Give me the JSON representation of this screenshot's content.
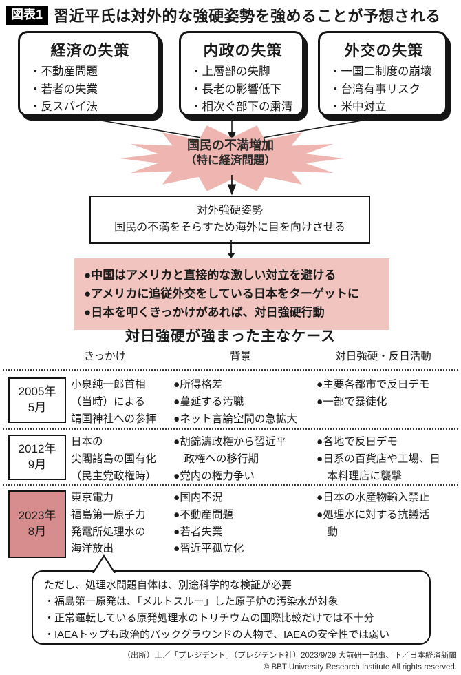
{
  "title": {
    "badge": "図表1",
    "text": "習近平氏は対外的な強硬姿勢を強めることが予想される"
  },
  "colors": {
    "starburst_pink": "#efb5b0",
    "strategy_pink": "#f2c4bf",
    "date_cell_pink": "#d78d8e",
    "ink": "#1a1a1a"
  },
  "cause_boxes": [
    {
      "title": "経済の失策",
      "items": "・不動産問題\n・若者の失業\n・反スパイ法"
    },
    {
      "title": "内政の失策",
      "items": "・上層部の失脚\n・長老の影響低下\n・相次ぐ部下の粛清"
    },
    {
      "title": "外交の失策",
      "items": "・一国二制度の崩壊\n・台湾有事リスク\n・米中対立"
    }
  ],
  "starburst": {
    "line1": "国民の不満増加",
    "line2": "（特に経済問題）"
  },
  "stance_box": {
    "line1": "対外強硬姿勢",
    "line2": "国民の不満をそらすため海外に目を向けさせる"
  },
  "strategy_box": {
    "items": [
      "●中国はアメリカと直接的な激しい対立を避ける",
      "●アメリカに追従外交をしている日本をターゲットに",
      "●日本を叩くきっかけがあれば、対日強硬行動"
    ]
  },
  "cases_table": {
    "title": "対日強硬が強まった主なケース",
    "headers": {
      "trigger": "きっかけ",
      "background": "背景",
      "activity": "対日強硬・反日活動"
    },
    "rows": [
      {
        "date": "2005年\n5月",
        "trigger": "小泉純一郎首相\n（当時）による\n靖国神社への参拝",
        "background": [
          "●所得格差",
          "●蔓延する汚職",
          "●ネット言論空間の急拡大"
        ],
        "activity": [
          "●主要各都市で反日デモ",
          "●一部で暴徒化"
        ]
      },
      {
        "date": "2012年\n9月",
        "trigger": "日本の\n尖閣諸島の国有化\n（民主党政権時）",
        "background": [
          "●胡錦濤政権から習近平\n政権への移行期",
          "●党内の権力争い"
        ],
        "activity": [
          "●各地で反日デモ",
          "●日系の百貨店や工場、日\n本料理店に襲撃"
        ]
      },
      {
        "date": "2023年\n8月",
        "trigger": "東京電力\n福島第一原子力\n発電所処理水の\n海洋放出",
        "background": [
          "●国内不況",
          "●不動産問題",
          "●若者失業",
          "●習近平孤立化"
        ],
        "activity": [
          "●日本の水産物輸入禁止",
          "●処理水に対する抗議活\n動"
        ]
      }
    ]
  },
  "note_box": {
    "title": "ただし、処理水問題自体は、別途科学的な検証が必要",
    "items": [
      "・福島第一原発は、「メルトスルー」した原子炉の汚染水が対象",
      "・正常運転している原発処理水のトリチウムの国際比較だけでは不十分",
      "・IAEAトップも政治的バックグラウンドの人物で、IAEAの安全性では弱い"
    ]
  },
  "source": {
    "line1": "（出所）上／「プレジデント」（プレジデント社）2023/9/29 大前研一記事、下／日本経済新聞",
    "line2": "© BBT University Research Institute All rights reserved."
  }
}
